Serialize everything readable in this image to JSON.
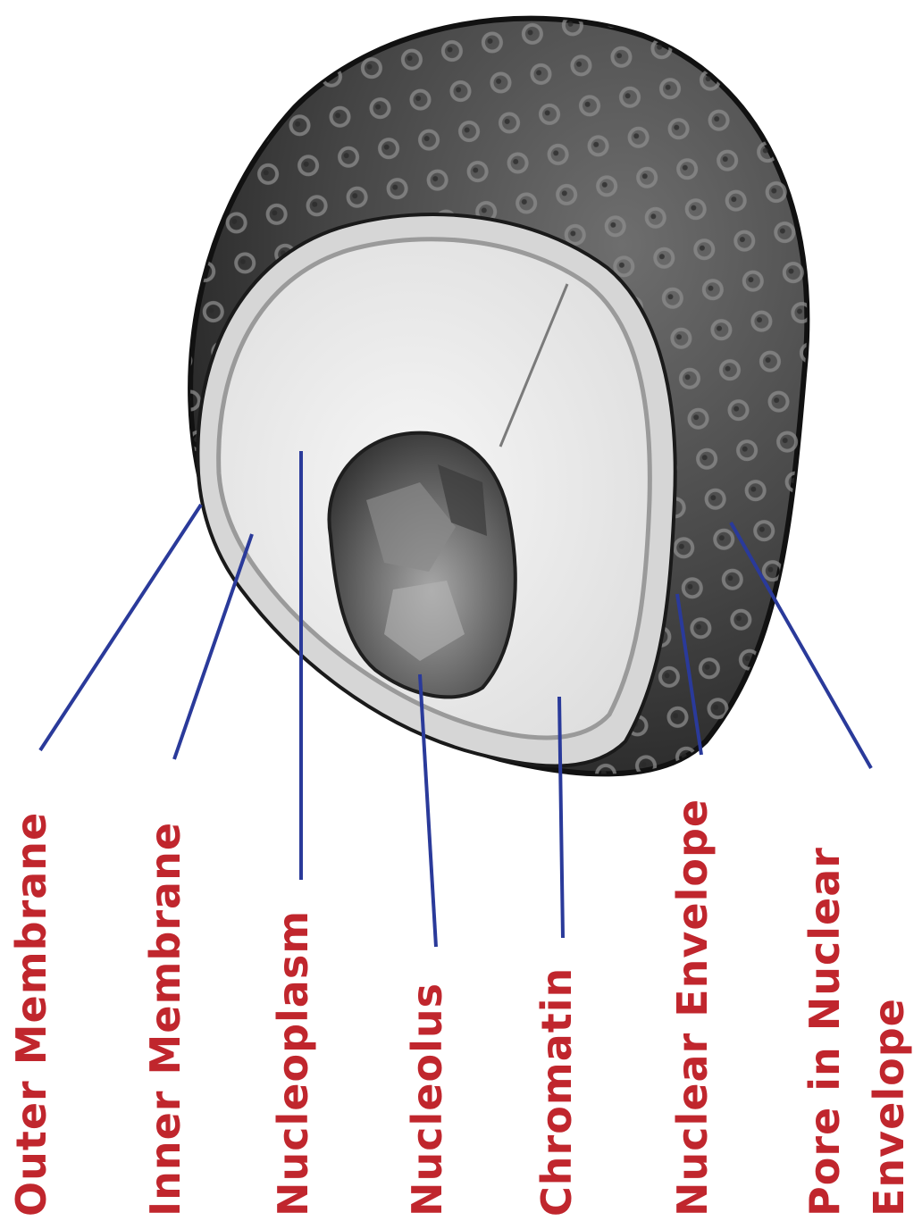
{
  "colors": {
    "label_text": "#c0262d",
    "leader_line": "#2a3a9a",
    "envelope_outer": "#3a3a3a",
    "envelope_highlight": "#9a9a9a",
    "nucleoplasm": "#ececec",
    "nucleolus": "#5a5a5a"
  },
  "labels": {
    "outer_membrane": "Outer Membrane",
    "inner_membrane": "Inner Membrane",
    "nucleoplasm": "Nucleoplasm",
    "nucleolus": "Nucleolus",
    "chromatin": "Chromatin",
    "nuclear_envelope": "Nuclear Envelope",
    "pore_line1": "Pore in Nuclear",
    "pore_line2": "Envelope"
  },
  "icons": {
    "nucleus_illustration": "nucleus-cross-section-icon"
  }
}
